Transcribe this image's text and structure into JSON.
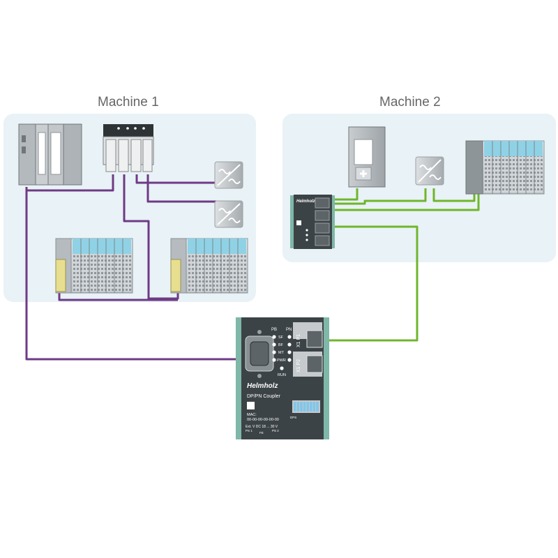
{
  "machine1": {
    "title": "Machine 1"
  },
  "machine2": {
    "title": "Machine 2"
  },
  "coupler": {
    "brand": "Helmholz",
    "product": "DP/PN Coupler",
    "led_col_dp": "PB",
    "led_col_pn": "PN",
    "leds": [
      "SF",
      "BF",
      "MT",
      "PWR"
    ],
    "run_label": "RUN",
    "port1": "X1 P1",
    "port2": "X1 P2",
    "mac_label": "MAC:",
    "mac_value": "00-00-00-00-00-00",
    "power_label": "Ext. V DC 18 ... 30 V",
    "ps1": "PS 1",
    "fe": "FE",
    "ps2": "PS 2",
    "dip_label": "DPS"
  },
  "switch": {
    "brand": "Helmholz"
  },
  "colors": {
    "profibus": "#6e3a86",
    "profinet": "#6fb52c",
    "panel_bg": "#e9f2f6",
    "device_dark": "#3c4346",
    "rail_teal": "#7fb7a8"
  }
}
